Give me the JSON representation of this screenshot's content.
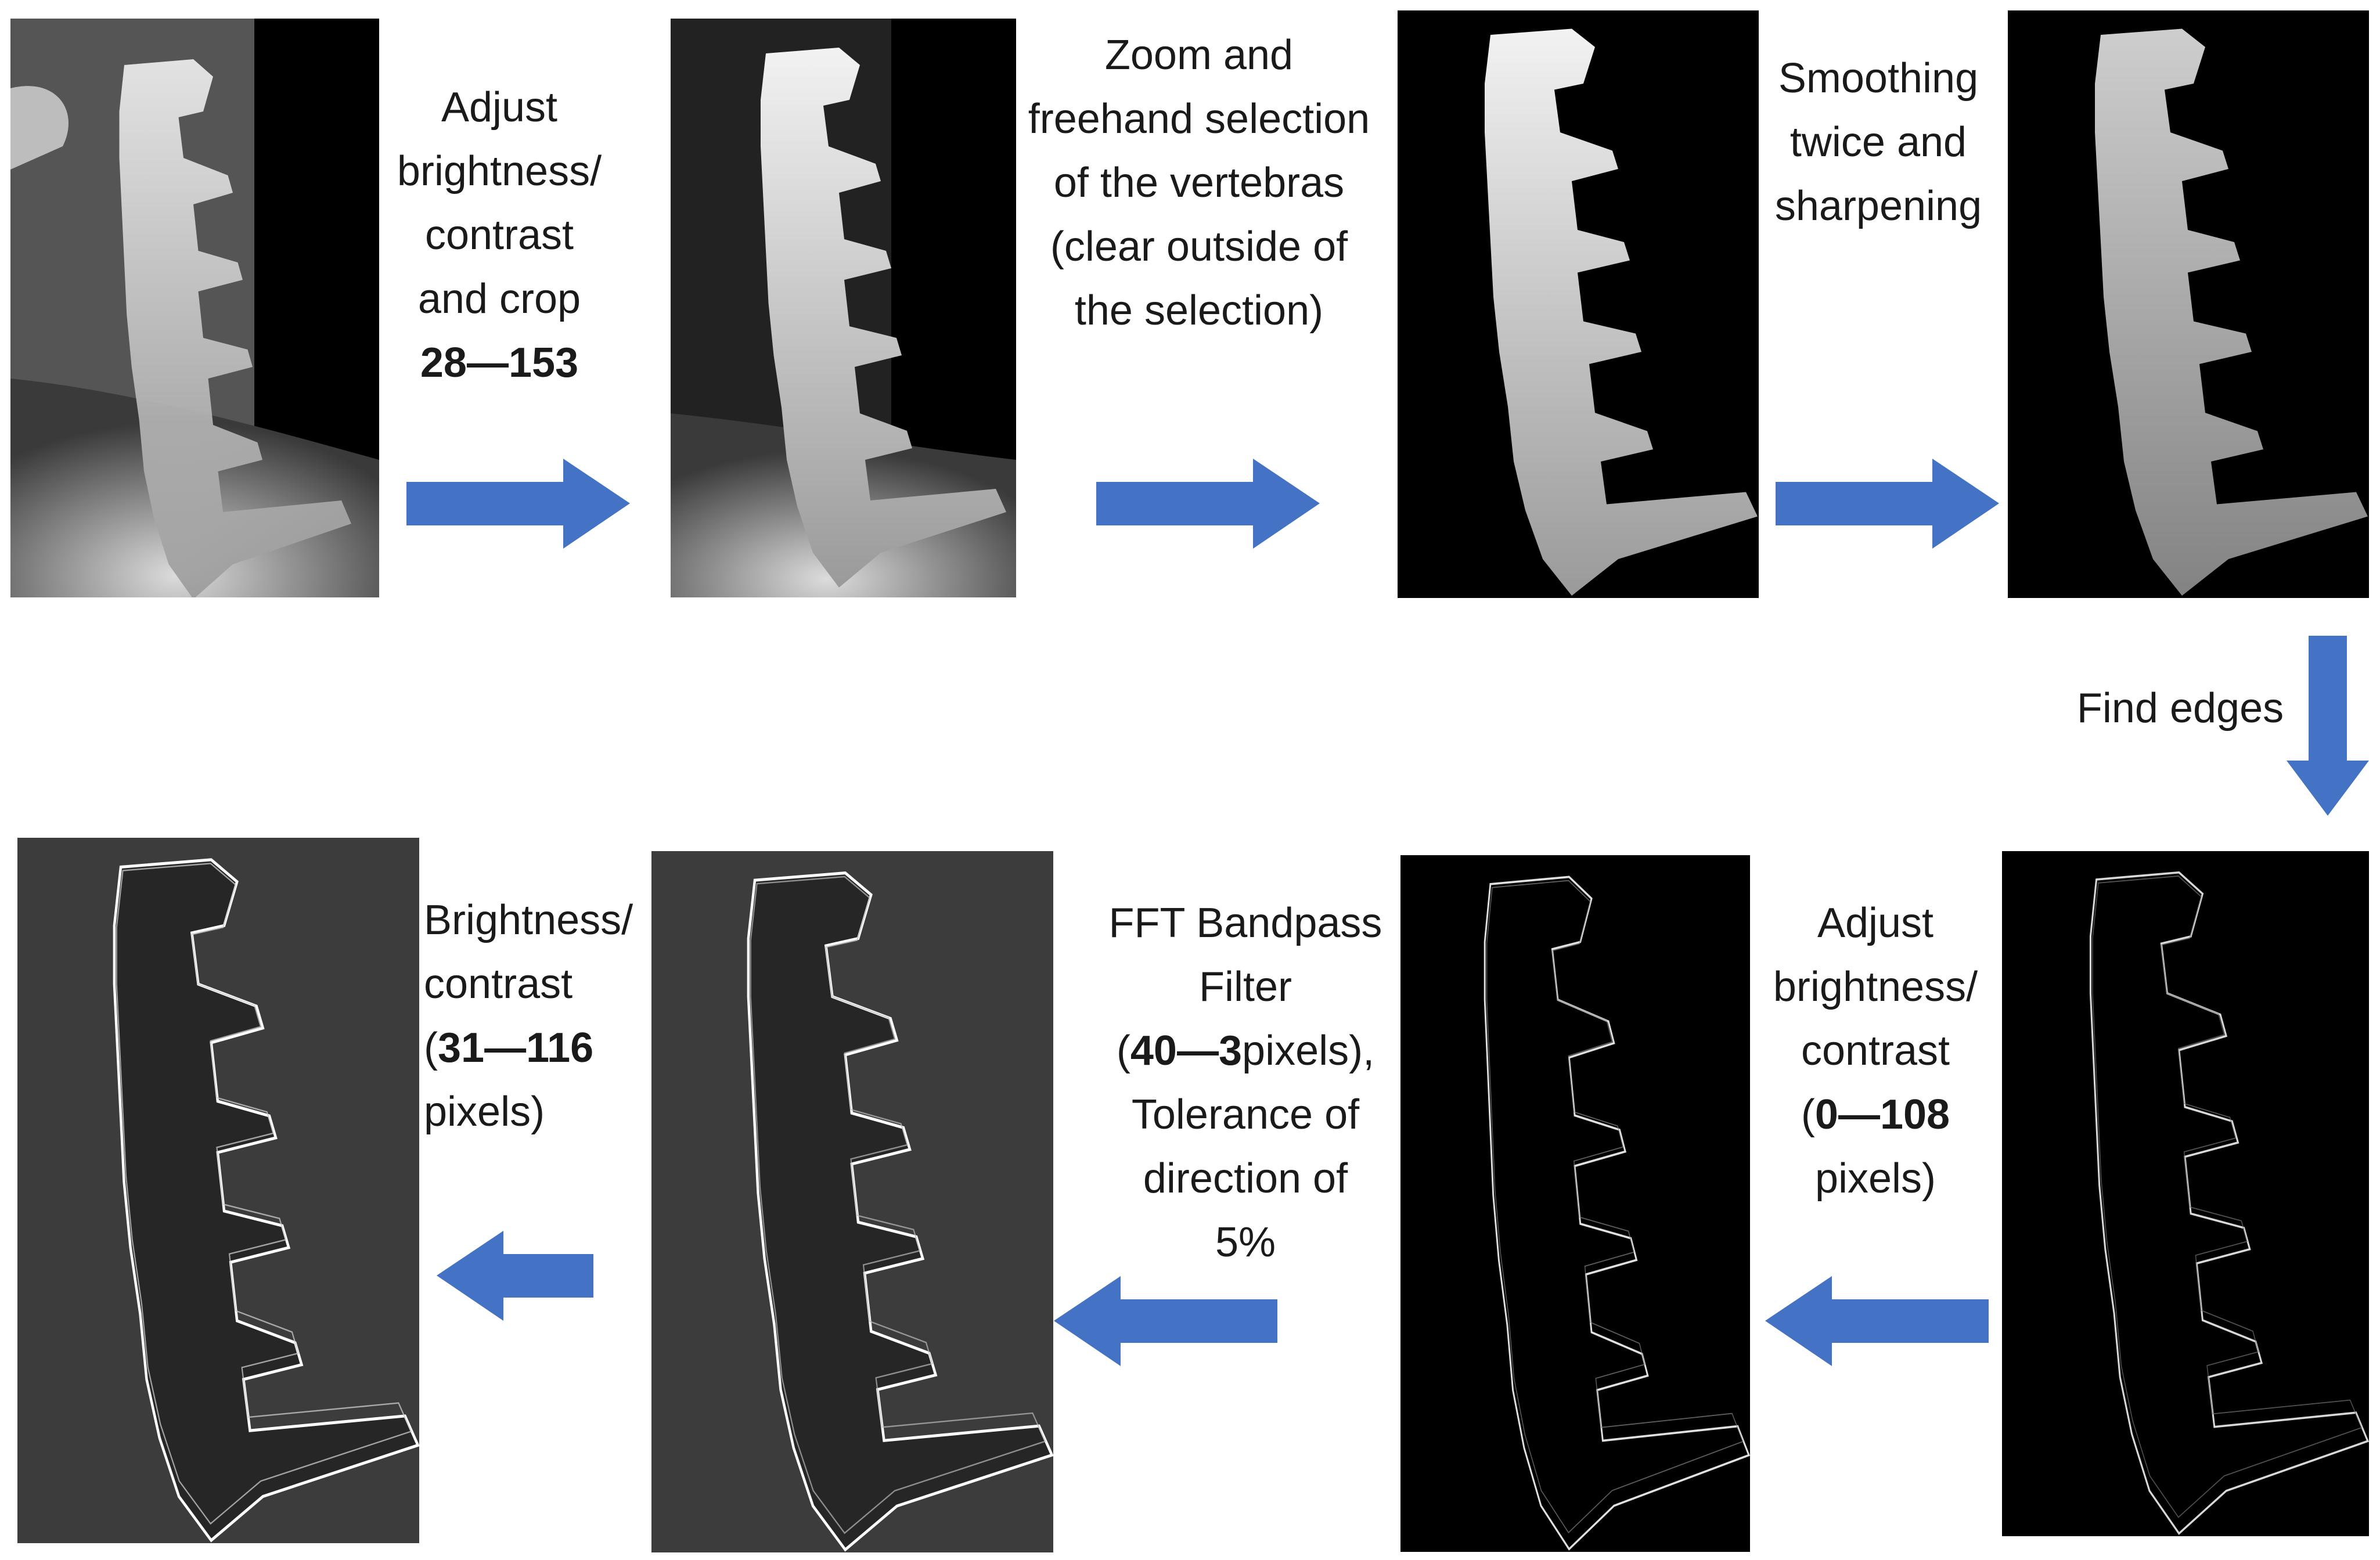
{
  "colors": {
    "arrow": "#4472c4",
    "xray_bg": "#000000",
    "edge_bg_dark": "#000000",
    "edge_bg_gray": "#3c3c3c"
  },
  "steps": {
    "adjust_crop": {
      "lines": [
        "Adjust",
        "brightness/",
        "contrast",
        "and crop"
      ],
      "range": "28—153"
    },
    "zoom_select": {
      "lines": [
        "Zoom and",
        "freehand selection",
        "of the vertebras",
        "(clear outside of",
        "the selection)"
      ]
    },
    "smoothing": {
      "lines": [
        "Smoothing",
        "twice and",
        "sharpening"
      ]
    },
    "find_edges": {
      "lines": [
        "Find edges"
      ]
    },
    "adjust_bc": {
      "lines": [
        "Adjust",
        "brightness/",
        "contrast"
      ],
      "range_prefix": "(",
      "range": "0—108",
      "unit": "pixels)"
    },
    "fft": {
      "lines": [
        "FFT Bandpass",
        "Filter"
      ],
      "range_prefix": "(",
      "range": "40—3",
      "range_suffix": "pixels),",
      "tail": [
        "Tolerance of",
        "direction of",
        "5%"
      ]
    },
    "brightness": {
      "lines": [
        "Brightness/",
        "contrast"
      ],
      "range_prefix": "(",
      "range": "31—116",
      "unit": "pixels)"
    }
  },
  "icons": {
    "panels": [
      "xray-original-icon",
      "xray-cropped-icon",
      "xray-selected-icon",
      "xray-smoothed-icon",
      "edges-found-icon",
      "edges-adjusted-icon",
      "edges-fft-icon",
      "edges-final-icon"
    ],
    "arrows": [
      "arrow-right-icon",
      "arrow-down-icon",
      "arrow-left-icon"
    ]
  }
}
